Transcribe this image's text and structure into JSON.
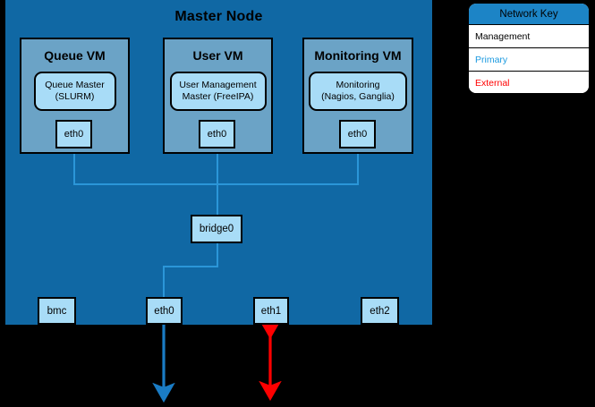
{
  "diagram": {
    "master_node": {
      "title": "Master Node",
      "vms": [
        {
          "name": "Queue VM",
          "service_lines": [
            "Queue Master",
            "(SLURM)"
          ],
          "port": "eth0"
        },
        {
          "name": "User VM",
          "service_lines": [
            "User Management",
            "Master (FreeIPA)"
          ],
          "port": "eth0"
        },
        {
          "name": "Monitoring VM",
          "service_lines": [
            "Monitoring",
            "(Nagios, Ganglia)"
          ],
          "port": "eth0"
        }
      ],
      "bridge": "bridge0",
      "physical_ports": [
        {
          "label": "bmc"
        },
        {
          "label": "eth0"
        },
        {
          "label": "eth1"
        },
        {
          "label": "eth2"
        }
      ]
    },
    "network_key": {
      "title": "Network Key",
      "entries": [
        {
          "label": "Management",
          "color": "#000000"
        },
        {
          "label": "Primary",
          "color": "#1c9ae0"
        },
        {
          "label": "External",
          "color": "#ff0000"
        }
      ]
    },
    "colors": {
      "panel": "#1068a4",
      "vm_body": "#6ba3c6",
      "box_fill": "#a8dcf7",
      "primary_link": "#2b96d8",
      "external_link": "#ff0000",
      "key_header": "#1c84c6"
    }
  }
}
